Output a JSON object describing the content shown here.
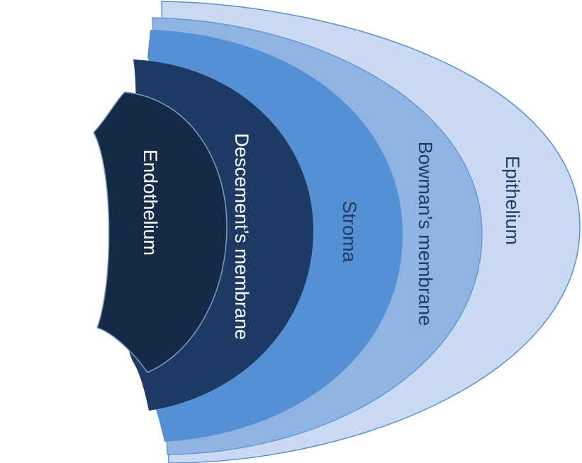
{
  "layers": [
    {
      "key": "epithelium",
      "label": "Epithelium",
      "fill": "#c9daf2",
      "text_color": "#1f3d66"
    },
    {
      "key": "bowman",
      "label": "Bowman’s membrane",
      "fill": "#8fb4e3",
      "text_color": "#1f3d66"
    },
    {
      "key": "stroma",
      "label": "Stroma",
      "fill": "#5590d4",
      "text_color": "#1f3d66"
    },
    {
      "key": "descemet",
      "label": "Descement’s membrane",
      "fill": "#1c3a63",
      "text_color": "#ffffff"
    },
    {
      "key": "endothelium",
      "label": "Endothelium",
      "fill": "#152a47",
      "text_color": "#ffffff"
    }
  ],
  "colors": {
    "outline": "#5b8fd0",
    "inner_outline": "#7b9cc4"
  }
}
